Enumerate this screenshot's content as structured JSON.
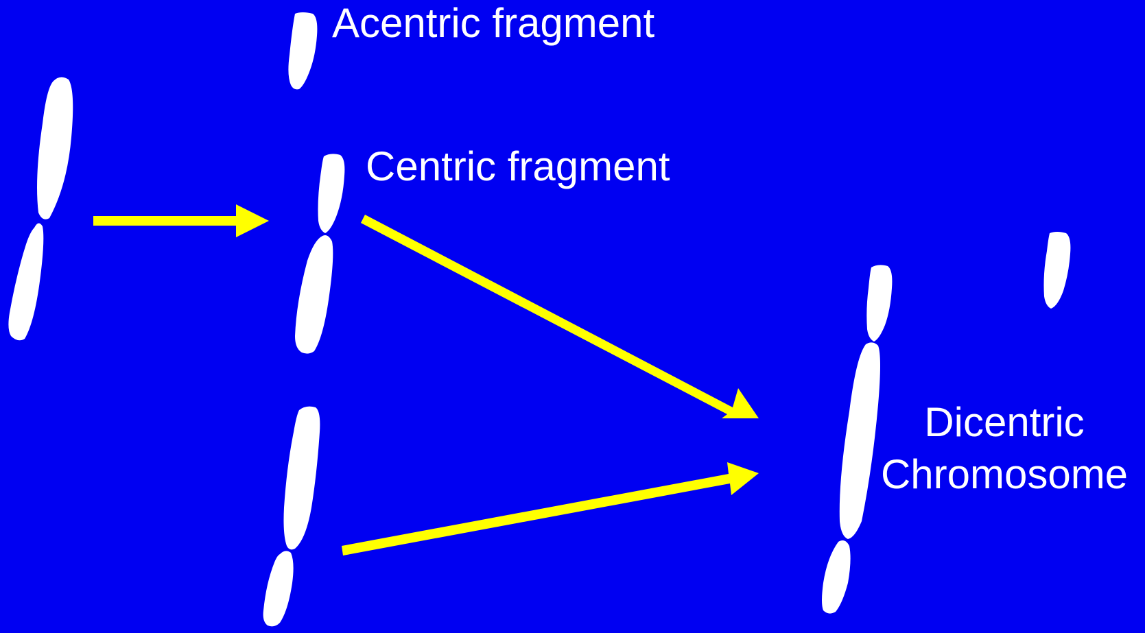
{
  "colors": {
    "background": "#0000f2",
    "chromosome": "#ffffff",
    "arrow": "#ffff00",
    "text": "#ffffff"
  },
  "labels": {
    "acentric": "Acentric fragment",
    "centric": "Centric fragment",
    "dicentric_line1": "Dicentric",
    "dicentric_line2": "Chromosome"
  }
}
